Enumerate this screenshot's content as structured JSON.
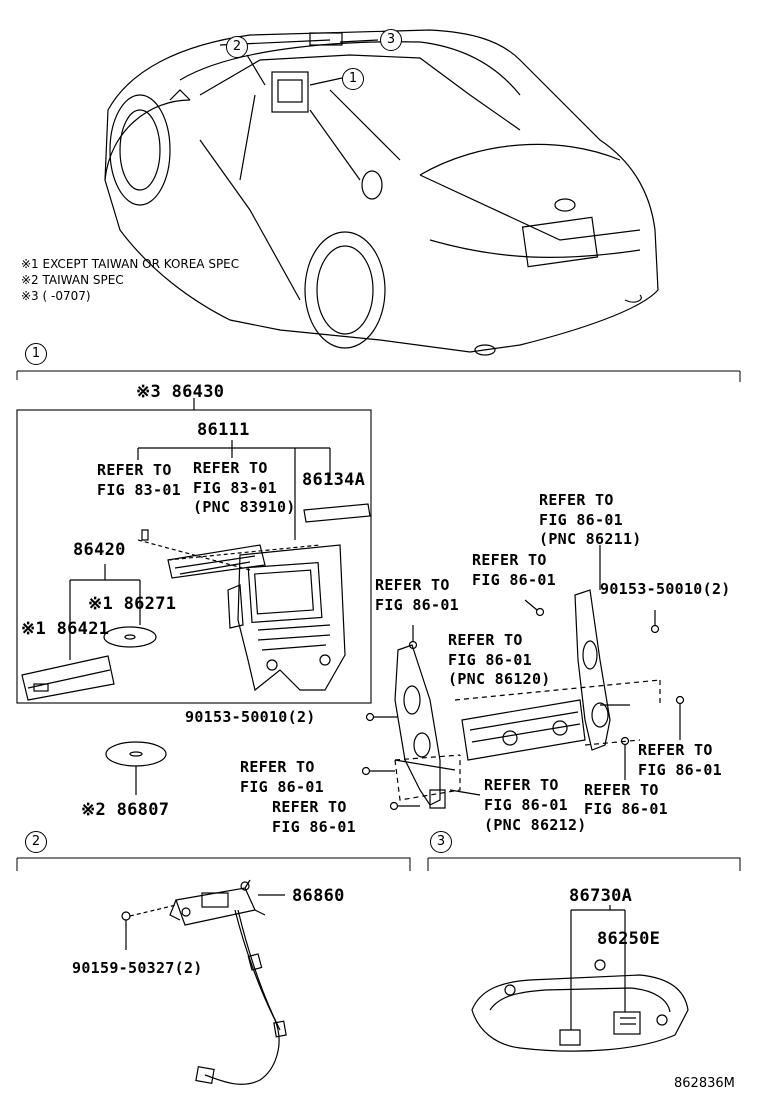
{
  "notes": {
    "n1": "※1 EXCEPT TAIWAN OR KOREA SPEC",
    "n2": "※2 TAIWAN SPEC",
    "n3": "※3 (     -0707)"
  },
  "callouts": {
    "c1": "1",
    "c2": "2",
    "c3": "3"
  },
  "section_markers": {
    "s1": "1",
    "s2": "2",
    "s3": "3"
  },
  "section1": {
    "p86430": "※3 86430",
    "p86111": "86111",
    "refer_a1": "REFER TO",
    "refer_a2": "FIG 83-01",
    "refer_b1": "REFER TO",
    "refer_b2": "FIG 83-01",
    "refer_b3": "(PNC 83910)",
    "p86134a": "86134A",
    "p86420": "86420",
    "p86271": "※1 86271",
    "p86421": "※1 86421",
    "p86807": "※2 86807",
    "bolt_left": "90153-50010(2)",
    "refer_c1": "REFER TO",
    "refer_c2": "FIG 86-01",
    "refer_c3": "(PNC 86211)",
    "refer_d1": "REFER TO",
    "refer_d2": "FIG 86-01",
    "bolt_right": "90153-50010(2)",
    "refer_e1": "REFER TO",
    "refer_e2": "FIG 86-01",
    "refer_f1": "REFER TO",
    "refer_f2": "FIG 86-01",
    "refer_f3": "(PNC 86120)",
    "refer_g1": "REFER TO",
    "refer_g2": "FIG 86-01",
    "refer_h1": "REFER TO",
    "refer_h2": "FIG 86-01",
    "refer_i1": "REFER TO",
    "refer_i2": "FIG 86-01",
    "refer_j1": "REFER TO",
    "refer_j2": "FIG 86-01",
    "refer_j3": "(PNC 86212)",
    "refer_k1": "REFER TO",
    "refer_k2": "FIG 86-01"
  },
  "section2": {
    "p86860": "86860",
    "bolt": "90159-50327(2)"
  },
  "section3": {
    "p86730a": "86730A",
    "p86250e": "86250E"
  },
  "catalog_code": "862836M"
}
